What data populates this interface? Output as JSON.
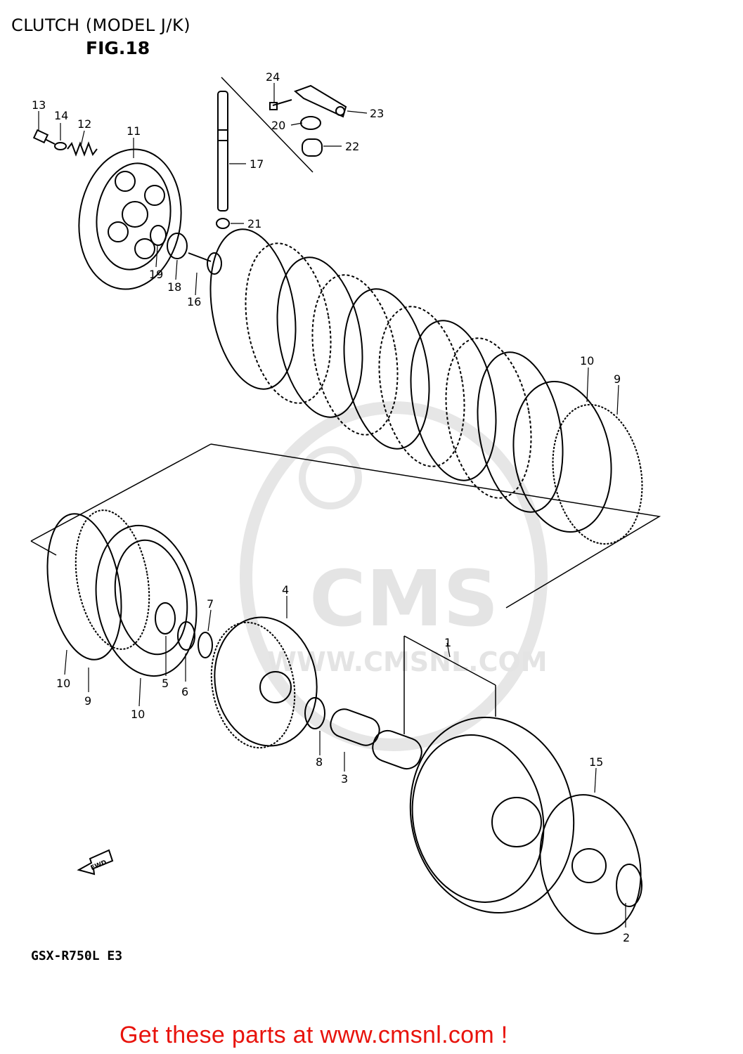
{
  "title": "CLUTCH (MODEL J/K)",
  "figure_label": "FIG.18",
  "model_code": "GSX-R750L  E3",
  "fwd_arrow_label": "FWD",
  "watermark": {
    "brand": "CMS",
    "url": "WWW.CMSNL.COM"
  },
  "promo_text": "Get these parts at www.cmsnl.com !",
  "callouts": [
    "1",
    "2",
    "3",
    "4",
    "5",
    "6",
    "7",
    "8",
    "9",
    "9",
    "10",
    "10",
    "10",
    "11",
    "12",
    "13",
    "14",
    "15",
    "16",
    "17",
    "18",
    "19",
    "20",
    "21",
    "22",
    "23",
    "24"
  ],
  "colors": {
    "ink": "#000000",
    "promo": "#e8130c",
    "watermark": "#e4e4e4"
  }
}
